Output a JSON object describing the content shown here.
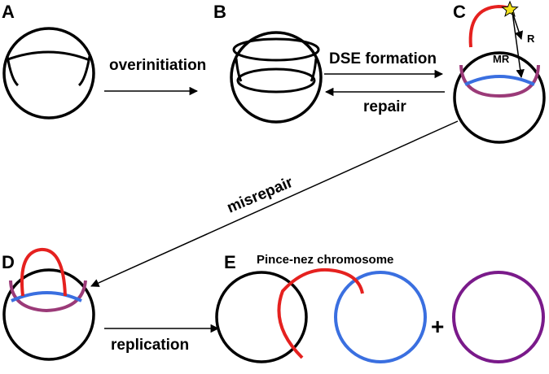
{
  "panels": {
    "a": "A",
    "b": "B",
    "c": "C",
    "d": "D",
    "e": "E"
  },
  "steps": {
    "overinitiation": "overinitiation",
    "dse_formation": "DSE formation",
    "repair": "repair",
    "misrepair": "misrepair",
    "replication": "replication"
  },
  "annotations": {
    "r": "R",
    "mr": "MR",
    "pince_nez": "Pince-nez chromosome",
    "plus": "+"
  },
  "colors": {
    "outline": "#000000",
    "red_strand": "#e5211f",
    "blue_strand": "#3a6fe0",
    "purple_strand": "#9b3a78",
    "product_circle": "#7a1a8a",
    "star_fill": "#f2e21c"
  },
  "icons": {
    "break_marker": "star-icon"
  }
}
